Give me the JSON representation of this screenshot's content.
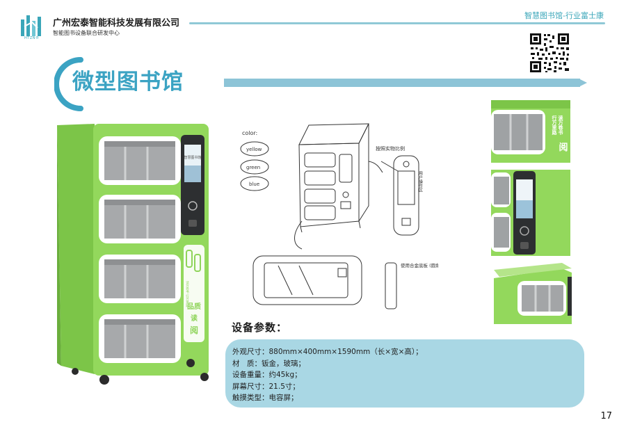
{
  "header": {
    "company_name": "广州宏泰智能科技发展有限公司",
    "company_sub": "智能图书设备联合研发中心",
    "logo_sub": "HTZN®",
    "right_title": "智慧图书馆-行业富士康"
  },
  "page": {
    "title": "微型图书馆",
    "number": "17"
  },
  "cabinet": {
    "screen_text": "智慧图书馆",
    "side_text_1": "品质",
    "side_text_2": "读",
    "side_text_3": "阅",
    "side_small_text": "读万卷书 行万里路"
  },
  "sketch": {
    "label_color": "color:",
    "label_yellow": "yellow",
    "label_green": "green",
    "label_blue": "blue",
    "note_top": "按照实物比例",
    "note_mid": "用户操作区",
    "note_bottom": "使用合金底板 (圆角)"
  },
  "details": {
    "slogan_1": "读万卷书",
    "slogan_2": "行万里路",
    "slogan_char": "阅"
  },
  "specs": {
    "heading": "设备参数：",
    "items": [
      "外观尺寸：880mm×400mm×1590mm（长×宽×高）；",
      "材　质：钣金，玻璃；",
      "设备重量：约45kg；",
      "屏幕尺寸：21.5寸；",
      "触摸类型：电容屏；"
    ]
  },
  "colors": {
    "brand_teal": "#3ba3c3",
    "cabinet_green": "#8fd45a",
    "spec_box": "#a9d7e4"
  }
}
